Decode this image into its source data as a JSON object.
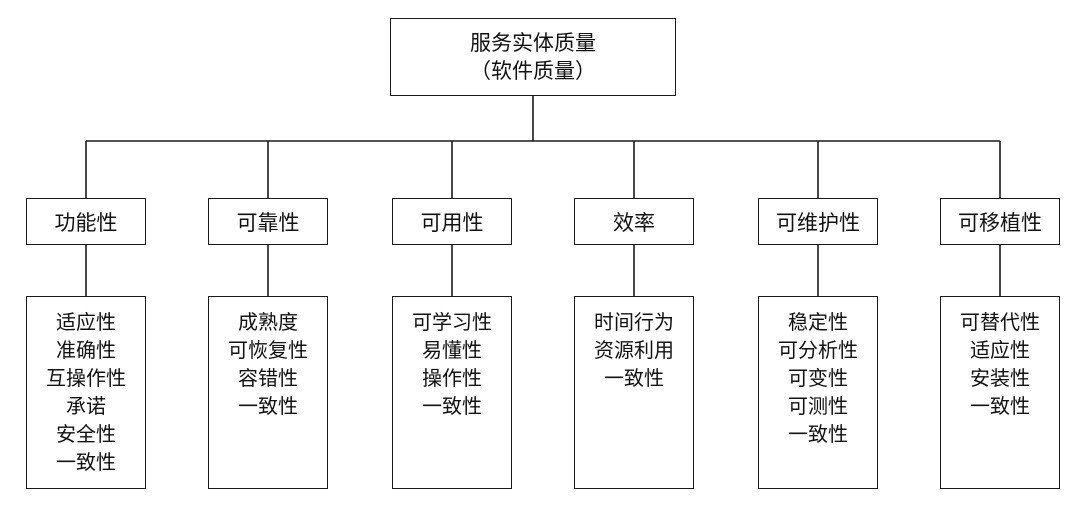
{
  "root": {
    "line1": "服务实体质量",
    "line2": "（软件质量）"
  },
  "categories": [
    {
      "label": "功能性",
      "items": [
        "适应性",
        "准确性",
        "互操作性",
        "承诺",
        "安全性",
        "一致性"
      ]
    },
    {
      "label": "可靠性",
      "items": [
        "成熟度",
        "可恢复性",
        "容错性",
        "一致性"
      ]
    },
    {
      "label": "可用性",
      "items": [
        "可学习性",
        "易懂性",
        "操作性",
        "一致性"
      ]
    },
    {
      "label": "效率",
      "items": [
        "时间行为",
        "资源利用",
        "一致性"
      ]
    },
    {
      "label": "可维护性",
      "items": [
        "稳定性",
        "可分析性",
        "可变性",
        "可测性",
        "一致性"
      ]
    },
    {
      "label": "可移植性",
      "items": [
        "可替代性",
        "适应性",
        "安装性",
        "一致性"
      ]
    }
  ]
}
